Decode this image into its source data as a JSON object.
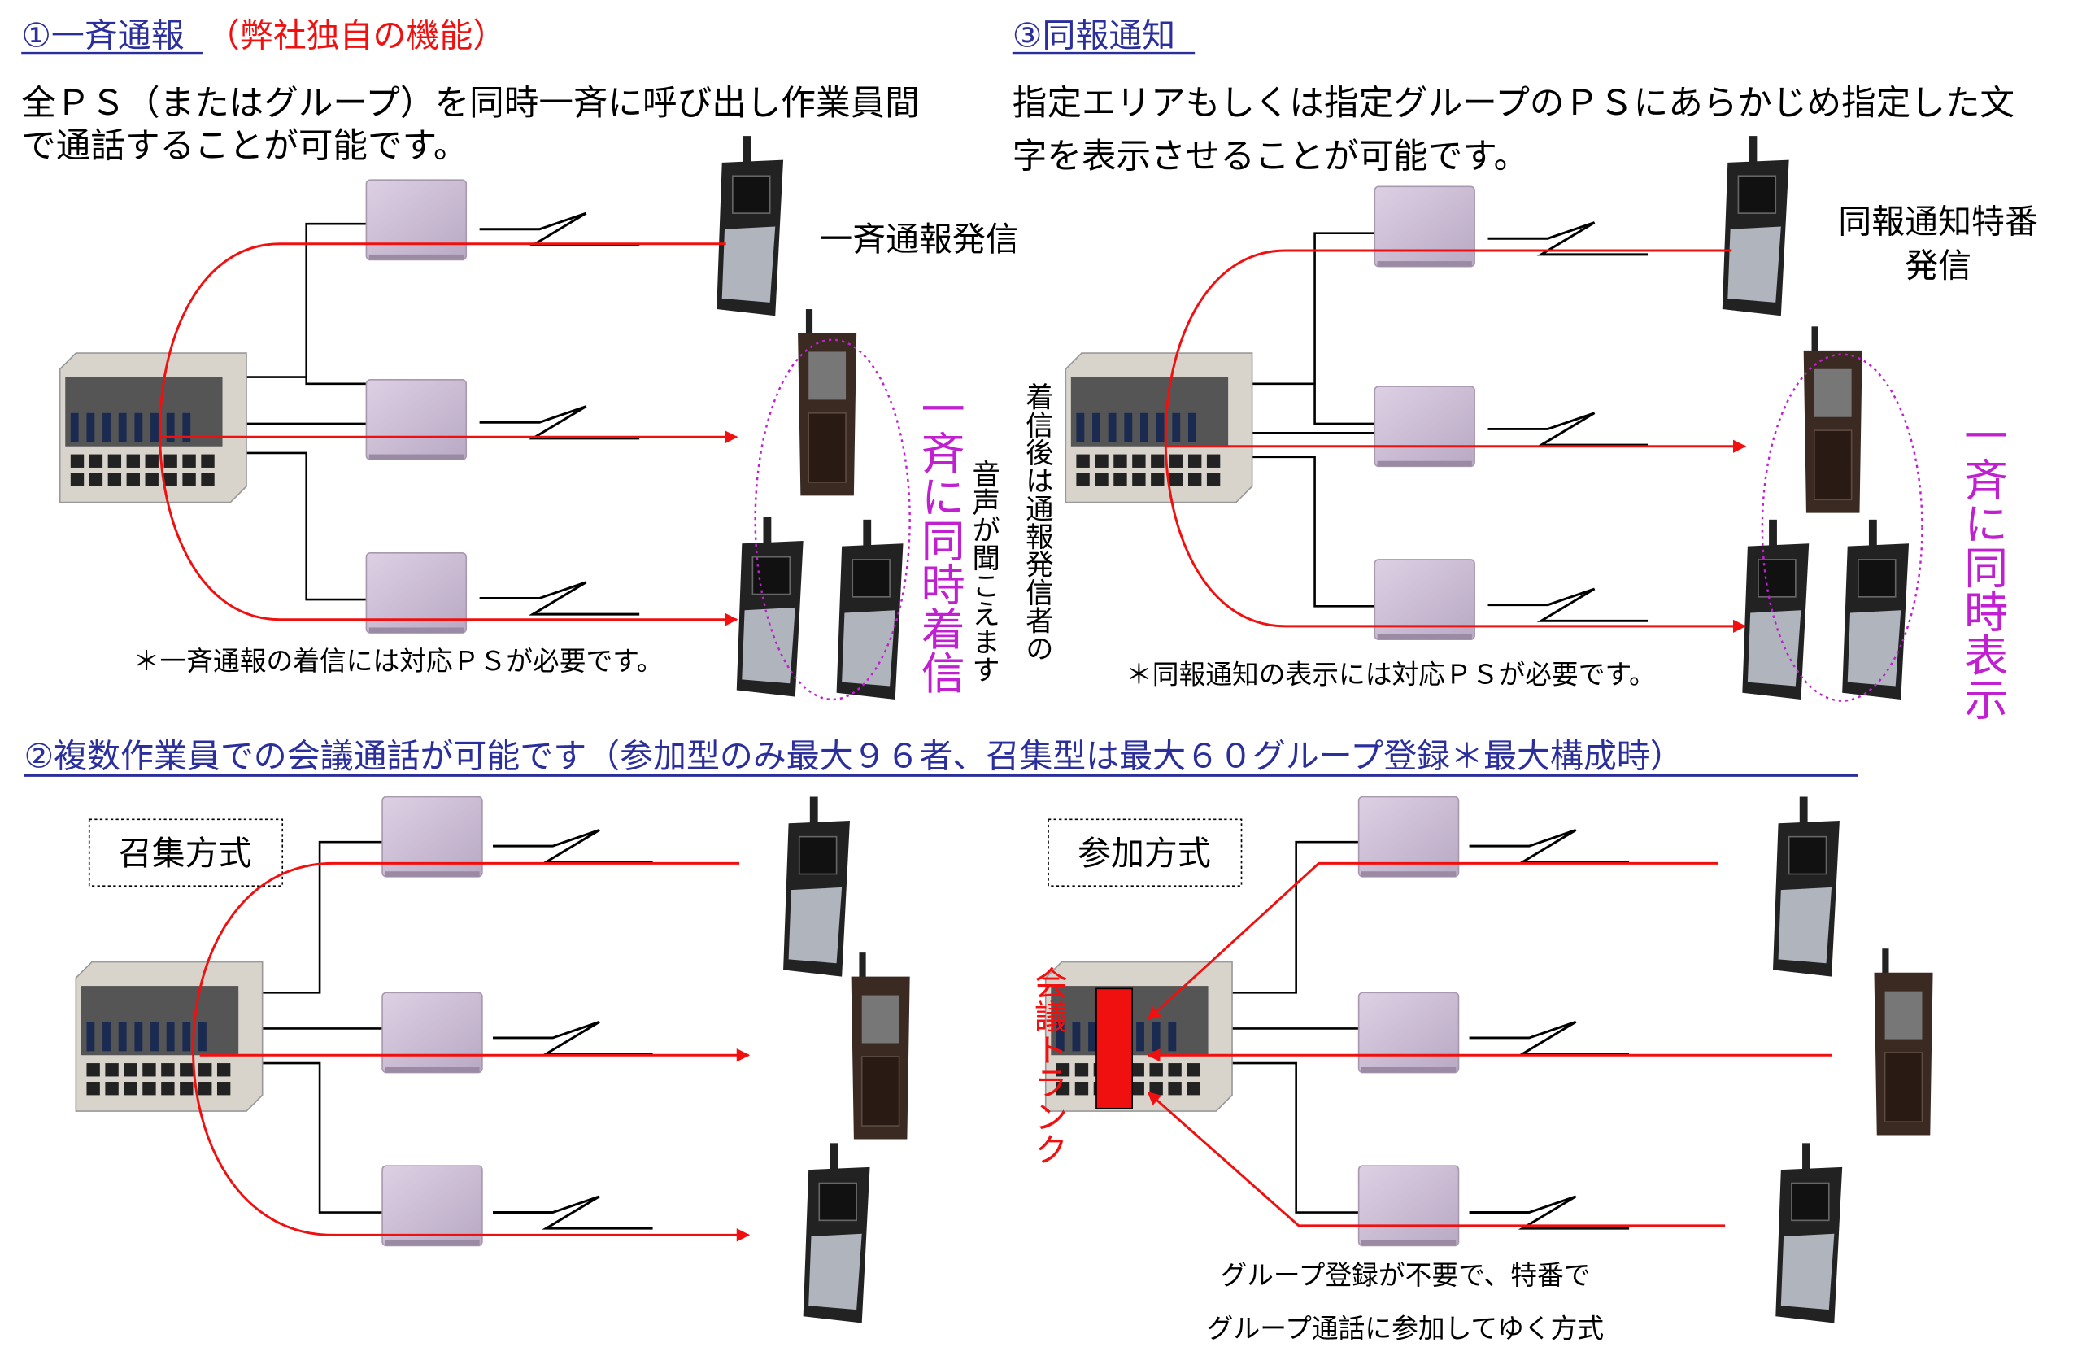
{
  "section1": {
    "heading": "①一斉通報",
    "heading_note": "（弊社独自の機能）",
    "desc_line1": "全ＰＳ（またはグループ）を同時一斉に呼び出し作業員間",
    "desc_line2": "で通話することが可能です。",
    "send_label": "一斉通報発信",
    "receive_label": "一斉に同時着信",
    "voice_label": "音声が聞こえます",
    "after_label": "着信後は通報発信者の",
    "note": "＊一斉通報の着信には対応ＰＳが必要です。"
  },
  "section3": {
    "heading": "③同報通知",
    "desc_line1": "指定エリアもしくは指定グループのＰＳにあらかじめ指定した文",
    "desc_line2": "字を表示させることが可能です。",
    "send_label_line1": "同報通知特番",
    "send_label_line2": "発信",
    "display_label": "一斉に同時表示",
    "note": "＊同報通知の表示には対応ＰＳが必要です。"
  },
  "section2": {
    "heading": "②複数作業員での会議通話が可能です（参加型のみ最大９６者、召集型は最大６０グループ登録＊最大構成時）",
    "method_call": "召集方式",
    "method_join": "参加方式",
    "trunk_label": "会議トランク",
    "join_desc_line1": "グループ登録が不要で、特番で",
    "join_desc_line2": "グループ通話に参加してゆく方式"
  },
  "colors": {
    "heading": "#2b2f9c",
    "accent_red": "#f01010",
    "magenta": "#c020d0"
  }
}
